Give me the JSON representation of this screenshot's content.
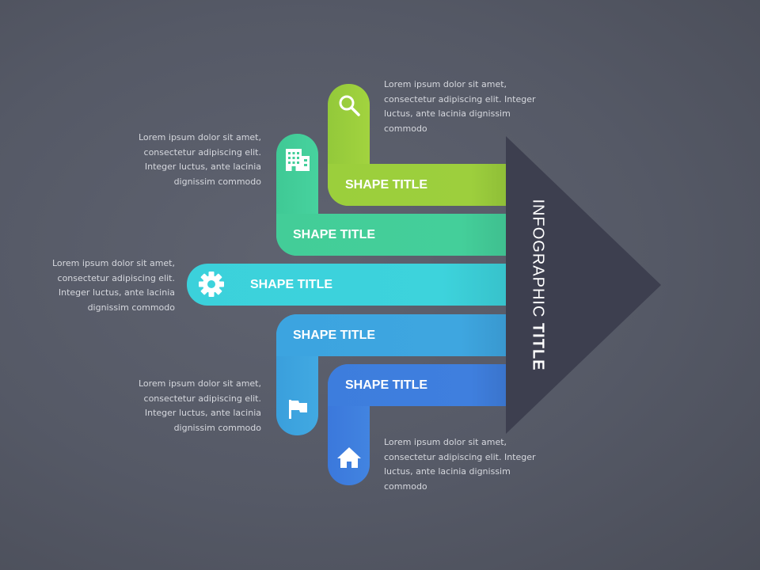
{
  "infographic": {
    "title_light": "INFOGRAPHIC",
    "title_bold": "TITLE"
  },
  "colors": {
    "green": "#9dcf3d",
    "teal": "#44cf9a",
    "cyan": "#3dd3dc",
    "blue": "#3ea6e0",
    "royal": "#3f7fde",
    "arrow": "#3d3f4f"
  },
  "items": [
    {
      "title": "SHAPE TITLE",
      "icon": "search-icon",
      "description": "Lorem ipsum dolor sit amet, consectetur adipiscing elit. Integer luctus, ante lacinia dignissim commodo"
    },
    {
      "title": "SHAPE TITLE",
      "icon": "building-icon",
      "description": "Lorem ipsum dolor sit amet, consectetur adipiscing elit. Integer luctus, ante lacinia dignissim commodo"
    },
    {
      "title": "SHAPE TITLE",
      "icon": "gear-icon",
      "description": "Lorem ipsum dolor sit amet, consectetur adipiscing elit. Integer luctus, ante lacinia dignissim commodo"
    },
    {
      "title": "SHAPE TITLE",
      "icon": "flag-icon",
      "description": "Lorem ipsum dolor sit amet, consectetur adipiscing elit. Integer luctus, ante lacinia dignissim commodo"
    },
    {
      "title": "SHAPE TITLE",
      "icon": "home-icon",
      "description": "Lorem ipsum dolor sit amet, consectetur adipiscing elit. Integer luctus, ante lacinia dignissim commodo"
    }
  ]
}
